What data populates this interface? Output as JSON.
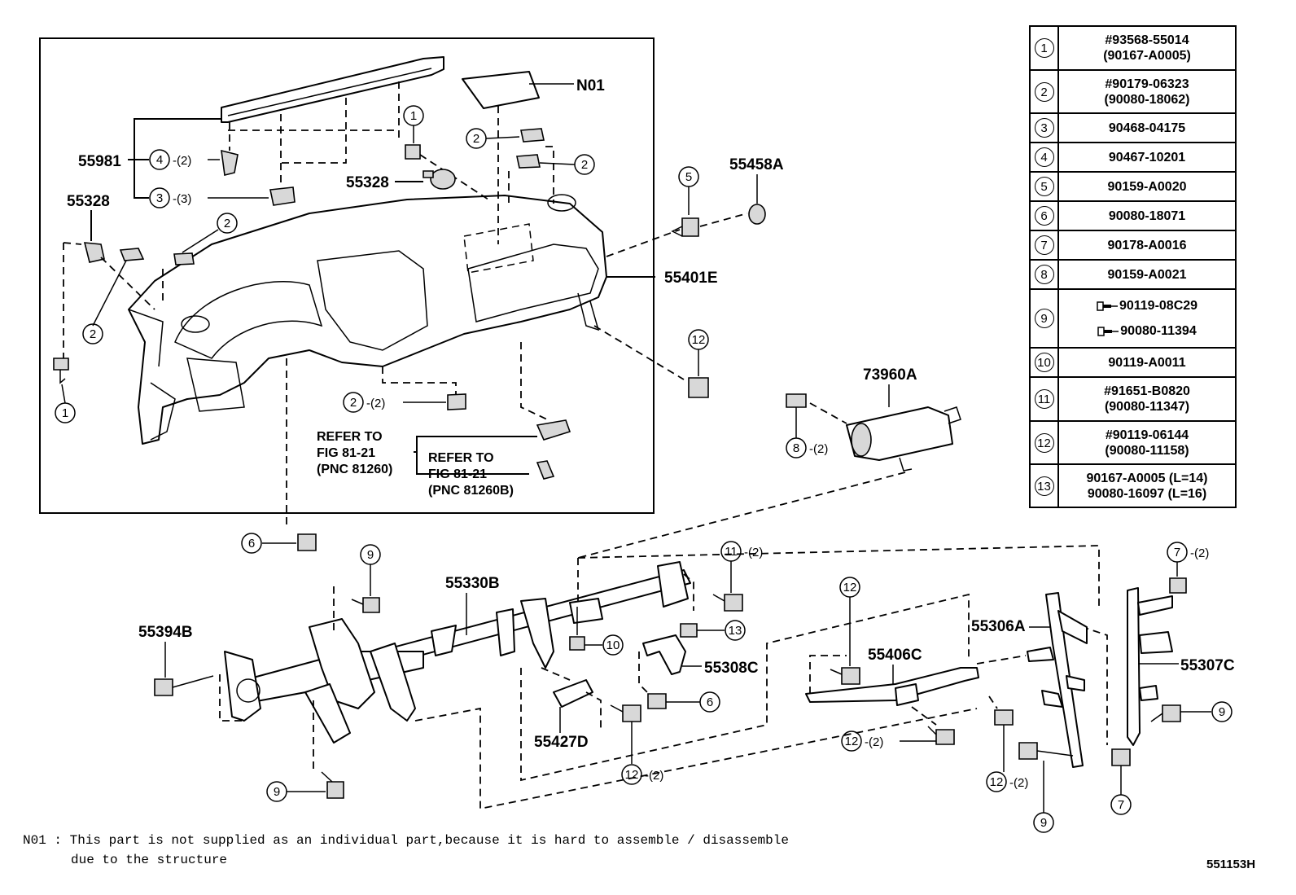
{
  "diagram": {
    "part_numbers": {
      "n01": "N01",
      "p55981": "55981",
      "p55328_left": "55328",
      "p55328_top": "55328",
      "p55458a": "55458A",
      "p55401e": "55401E",
      "p73960a": "73960A",
      "p55330b": "55330B",
      "p55394b": "55394B",
      "p55308c": "55308C",
      "p55427d": "55427D",
      "p55406c": "55406C",
      "p55306a": "55306A",
      "p55307c": "55307C"
    },
    "quantities": {
      "q2": "-(2)",
      "q3": "-(3)"
    },
    "refer_to": {
      "ref1_line1": "REFER TO",
      "ref1_line2": "FIG 81-21",
      "ref1_line3": "(PNC 81260)",
      "ref2_line1": "REFER TO",
      "ref2_line2": "FIG 81-21",
      "ref2_line3": "(PNC 81260B)"
    },
    "callouts": {
      "c1": "1",
      "c2": "2",
      "c3": "3",
      "c4": "4",
      "c5": "5",
      "c6": "6",
      "c7": "7",
      "c8": "8",
      "c9": "9",
      "c10": "10",
      "c11": "11",
      "c12": "12",
      "c13": "13"
    }
  },
  "legend": {
    "rows": [
      {
        "num": "1",
        "parts": [
          "#93568-55014",
          "(90167-A0005)"
        ]
      },
      {
        "num": "2",
        "parts": [
          "#90179-06323",
          "(90080-18062)"
        ]
      },
      {
        "num": "3",
        "parts": [
          "90468-04175"
        ]
      },
      {
        "num": "4",
        "parts": [
          "90467-10201"
        ]
      },
      {
        "num": "5",
        "parts": [
          "90159-A0020"
        ]
      },
      {
        "num": "6",
        "parts": [
          "90080-18071"
        ]
      },
      {
        "num": "7",
        "parts": [
          "90178-A0016"
        ]
      },
      {
        "num": "8",
        "parts": [
          "90159-A0021"
        ]
      },
      {
        "num": "9",
        "parts": [
          "90119-08C29",
          "90080-11394"
        ]
      },
      {
        "num": "10",
        "parts": [
          "90119-A0011"
        ]
      },
      {
        "num": "11",
        "parts": [
          "#91651-B0820",
          "(90080-11347)"
        ]
      },
      {
        "num": "12",
        "parts": [
          "#90119-06144",
          "(90080-11158)"
        ]
      },
      {
        "num": "13",
        "parts": [
          "90167-A0005 (L=14)",
          "90080-16097 (L=16)"
        ]
      }
    ]
  },
  "footnote": {
    "line1": "N01 : This part is not supplied as an individual part,because it is hard to assemble / disassemble",
    "line2": "due to the structure"
  },
  "figure_id": "551153H"
}
